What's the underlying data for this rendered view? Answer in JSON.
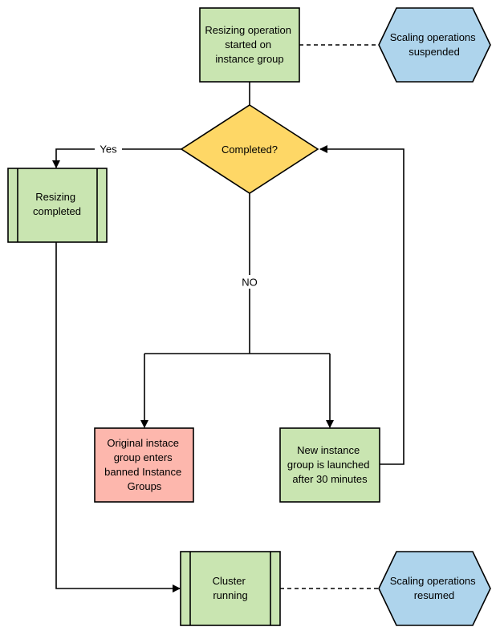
{
  "colors": {
    "green": "#c9e5b1",
    "blue": "#aed4ec",
    "yellow": "#fed766",
    "red": "#fdb7ad",
    "line": "#000000"
  },
  "nodes": {
    "resizing_started": {
      "shape": "rectangle",
      "lines": [
        "Resizing operation",
        "started on",
        "instance group"
      ]
    },
    "scaling_suspended": {
      "shape": "hexagon",
      "lines": [
        "Scaling operations",
        "suspended"
      ]
    },
    "completed_decision": {
      "shape": "diamond",
      "lines": [
        "Completed?"
      ]
    },
    "resizing_completed": {
      "shape": "subprocess",
      "lines": [
        "Resizing",
        "completed"
      ]
    },
    "original_banned": {
      "shape": "rectangle",
      "lines": [
        "Original instace",
        "group enters",
        "banned Instance",
        "Groups"
      ]
    },
    "new_group_launched": {
      "shape": "rectangle",
      "lines": [
        "New instance",
        "group is launched",
        "after 30 minutes"
      ]
    },
    "cluster_running": {
      "shape": "subprocess",
      "lines": [
        "Cluster",
        "running"
      ]
    },
    "scaling_resumed": {
      "shape": "hexagon",
      "lines": [
        "Scaling operations",
        "resumed"
      ]
    }
  },
  "edge_labels": {
    "yes": "Yes",
    "no": "NO"
  }
}
